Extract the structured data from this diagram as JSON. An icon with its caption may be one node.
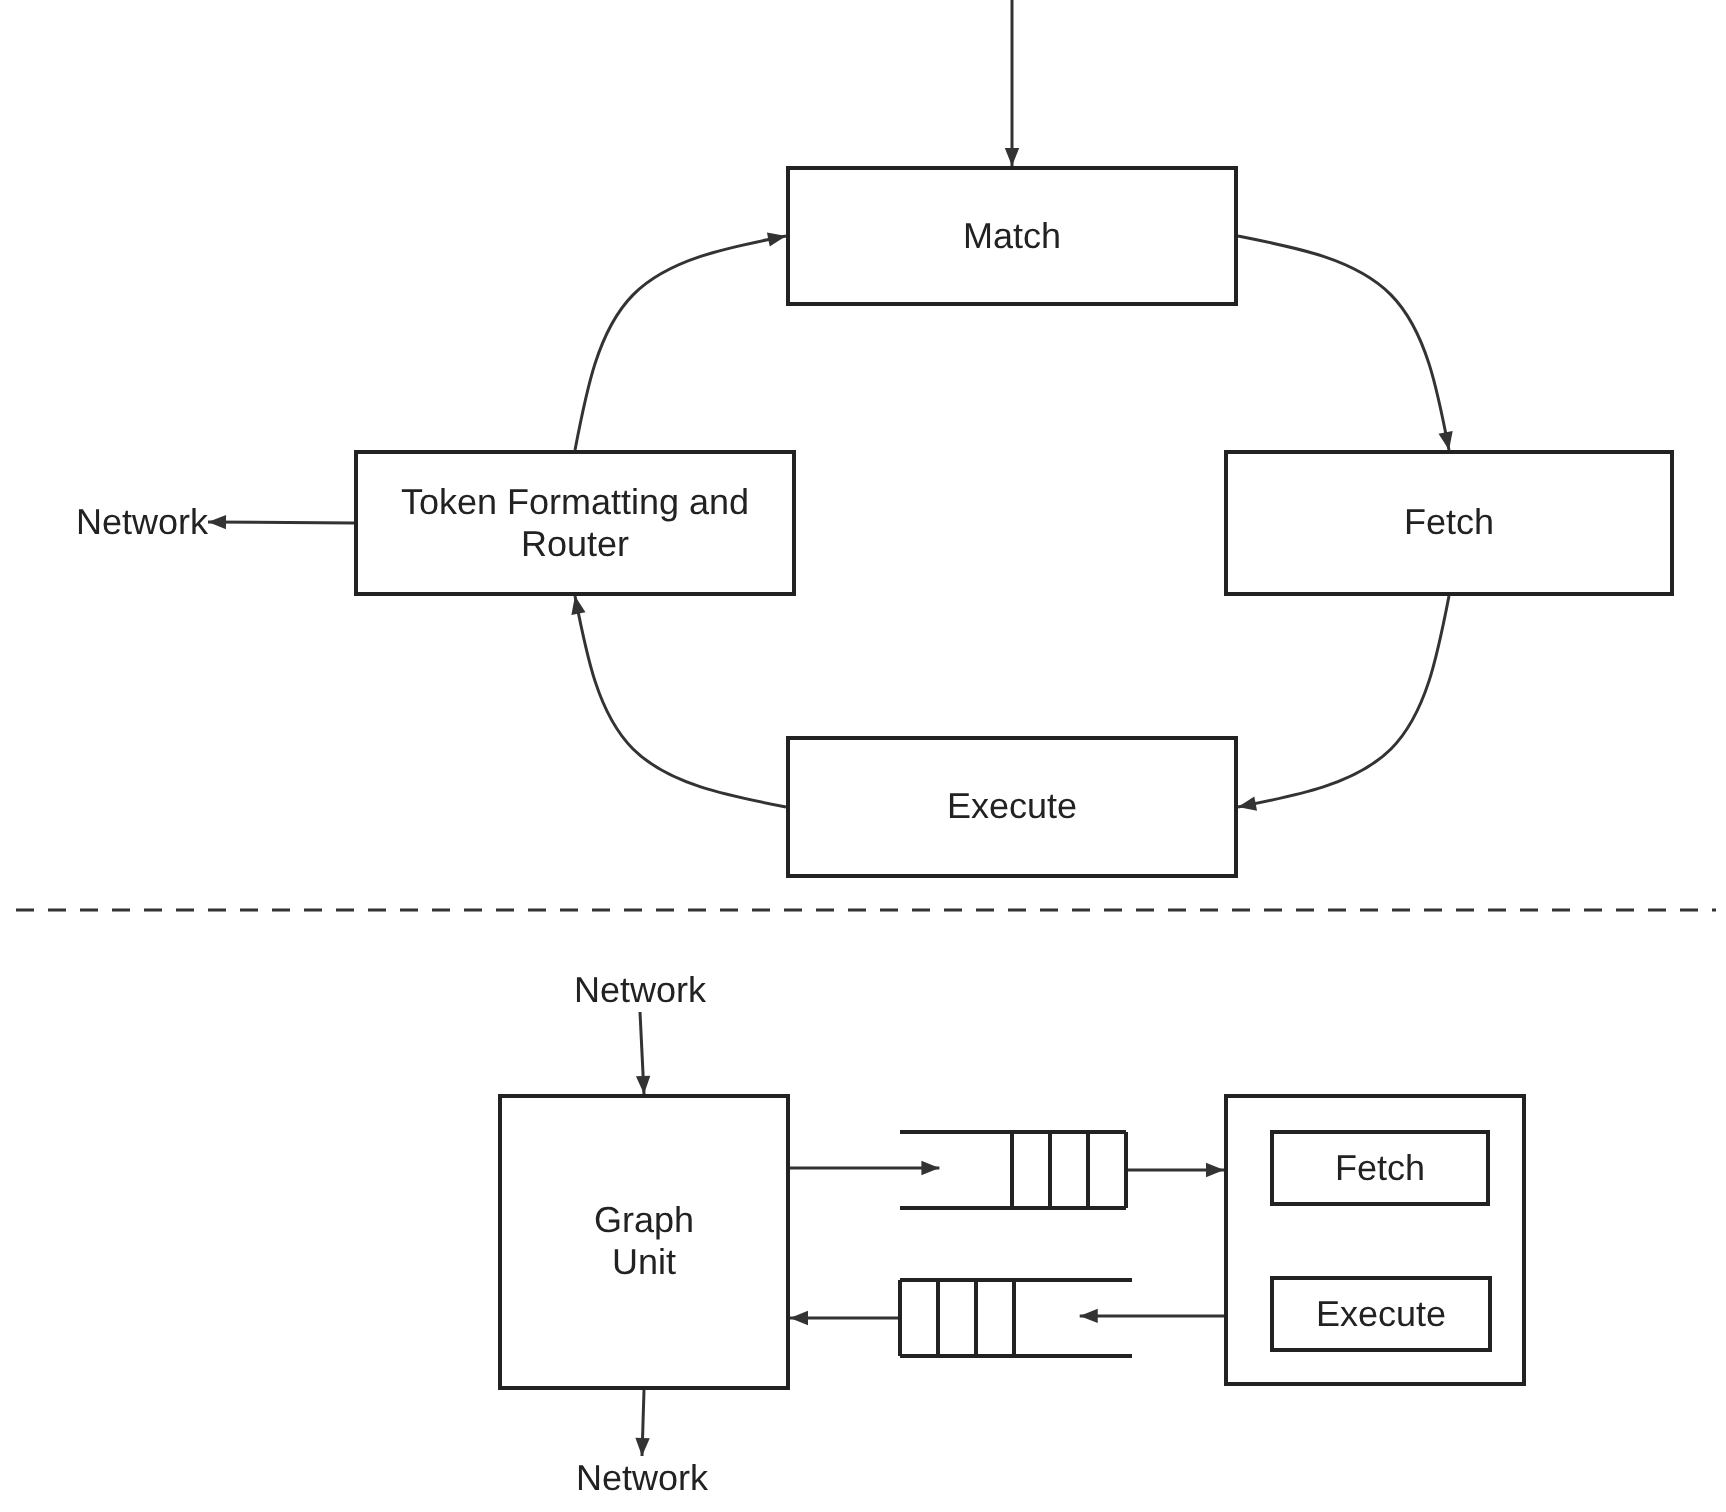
{
  "diagram": {
    "nodes": [
      {
        "text": [
          "Match"
        ]
      },
      {
        "text": [
          "Fetch"
        ]
      },
      {
        "text": [
          "Execute"
        ]
      },
      {
        "text": [
          "Token Formatting and Router"
        ]
      },
      {
        "text": [
          "Network"
        ]
      },
      {
        "text": [
          "Network"
        ]
      },
      {
        "text": [
          "Graph Unit"
        ]
      },
      {
        "text": [],
        "shape": "queue"
      },
      {
        "text": [],
        "shape": "queue"
      },
      {
        "text": [],
        "shape": "box"
      },
      {
        "text": [
          "Fetch"
        ],
        "in": 9
      },
      {
        "text": [
          "Execute"
        ],
        "in": 9
      },
      {
        "text": [
          "Network"
        ]
      }
    ],
    "edges": [
      {
        "from": null,
        "to": 0,
        "arrow": "to"
      },
      {
        "from": 0,
        "to": 1,
        "arrow": "to"
      },
      {
        "from": 1,
        "to": 2,
        "arrow": "to"
      },
      {
        "from": 2,
        "to": 3,
        "arrow": "to"
      },
      {
        "from": 3,
        "to": 0,
        "arrow": "to"
      },
      {
        "from": 3,
        "to": 4,
        "arrow": "to"
      },
      {
        "from": 5,
        "to": 6,
        "arrow": "to"
      },
      {
        "from": 6,
        "to": 7,
        "arrow": "to"
      },
      {
        "from": 7,
        "to": 9,
        "arrow": "to"
      },
      {
        "from": 9,
        "to": 8,
        "arrow": "to"
      },
      {
        "from": 8,
        "to": 6,
        "arrow": "to"
      },
      {
        "from": 6,
        "to": 12,
        "arrow": "to"
      }
    ]
  }
}
